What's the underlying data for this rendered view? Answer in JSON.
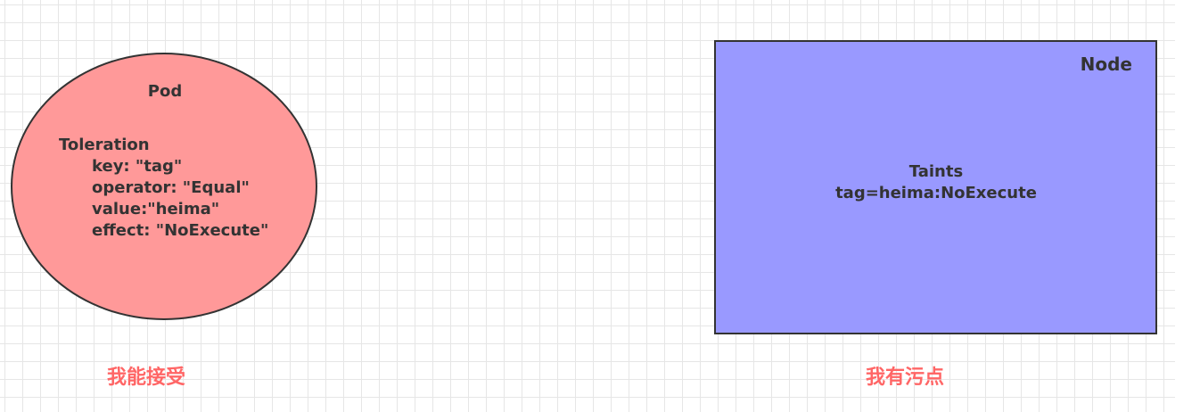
{
  "pod": {
    "title": "Pod",
    "toleration_heading": "Toleration",
    "toleration_lines": [
      "key: \"tag\"",
      "operator: \"Equal\"",
      "value:\"heima\"",
      "effect: \"NoExecute\""
    ],
    "caption": "我能接受",
    "fill_color": "#ff9999"
  },
  "node": {
    "title": "Node",
    "taints_heading": "Taints",
    "taint": "tag=heima:NoExecute",
    "caption": "我有污点",
    "fill_color": "#9999ff"
  },
  "colors": {
    "caption": "#ff6666",
    "text": "#333333",
    "outline": "#333333",
    "grid": "#e6e6e6"
  }
}
